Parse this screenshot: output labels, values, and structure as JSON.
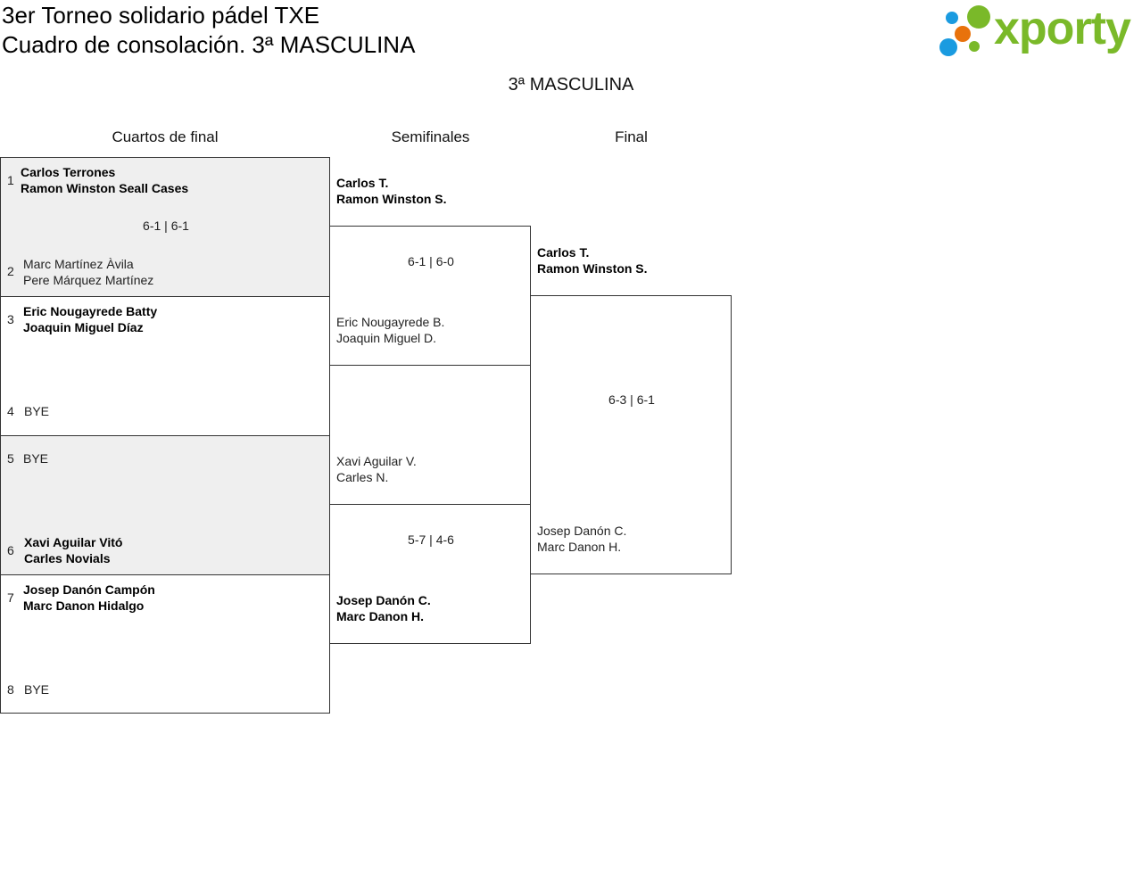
{
  "header": {
    "title_line1": "3er Torneo solidario pádel TXE",
    "title_line2": "Cuadro de consolación. 3ª MASCULINA",
    "logo_text": "xporty",
    "category": "3ª MASCULINA"
  },
  "rounds": [
    "Cuartos de final",
    "Semifinales",
    "Final"
  ],
  "quarterfinals": [
    {
      "seed": "1",
      "p1": "Carlos Terrones",
      "p2": "Ramon Winston Seall Cases"
    },
    {
      "seed": "2",
      "p1": "Marc Martínez Àvila",
      "p2": "Pere Márquez Martínez"
    },
    {
      "seed": "3",
      "p1": "Eric Nougayrede Batty",
      "p2": "Joaquin Miguel Díaz"
    },
    {
      "seed": "4",
      "p1": "BYE",
      "p2": ""
    },
    {
      "seed": "5",
      "p1": "BYE",
      "p2": ""
    },
    {
      "seed": "6",
      "p1": "Xavi Aguilar Vitó",
      "p2": "Carles Novials"
    },
    {
      "seed": "7",
      "p1": "Josep Danón Campón",
      "p2": "Marc Danon Hidalgo"
    },
    {
      "seed": "8",
      "p1": "BYE",
      "p2": ""
    }
  ],
  "qf_scores": [
    "6-1 | 6-1"
  ],
  "semifinals": [
    {
      "p1": "Carlos T.",
      "p2": "Ramon Winston S."
    },
    {
      "p1": "Eric Nougayrede B.",
      "p2": "Joaquin Miguel D."
    },
    {
      "p1": "Xavi Aguilar V.",
      "p2": "Carles N."
    },
    {
      "p1": "Josep Danón C.",
      "p2": "Marc Danon H."
    }
  ],
  "sf_scores": [
    "6-1 | 6-0",
    "5-7 | 4-6"
  ],
  "final": [
    {
      "p1": "Carlos T.",
      "p2": "Ramon Winston S."
    },
    {
      "p1": "Josep Danón C.",
      "p2": "Marc Danon H."
    }
  ],
  "final_score": "6-3 | 6-1",
  "colors": {
    "logo_green": "#7ab929",
    "logo_blue": "#1a9be0",
    "logo_orange": "#e8720c",
    "shade": "#efefef"
  }
}
